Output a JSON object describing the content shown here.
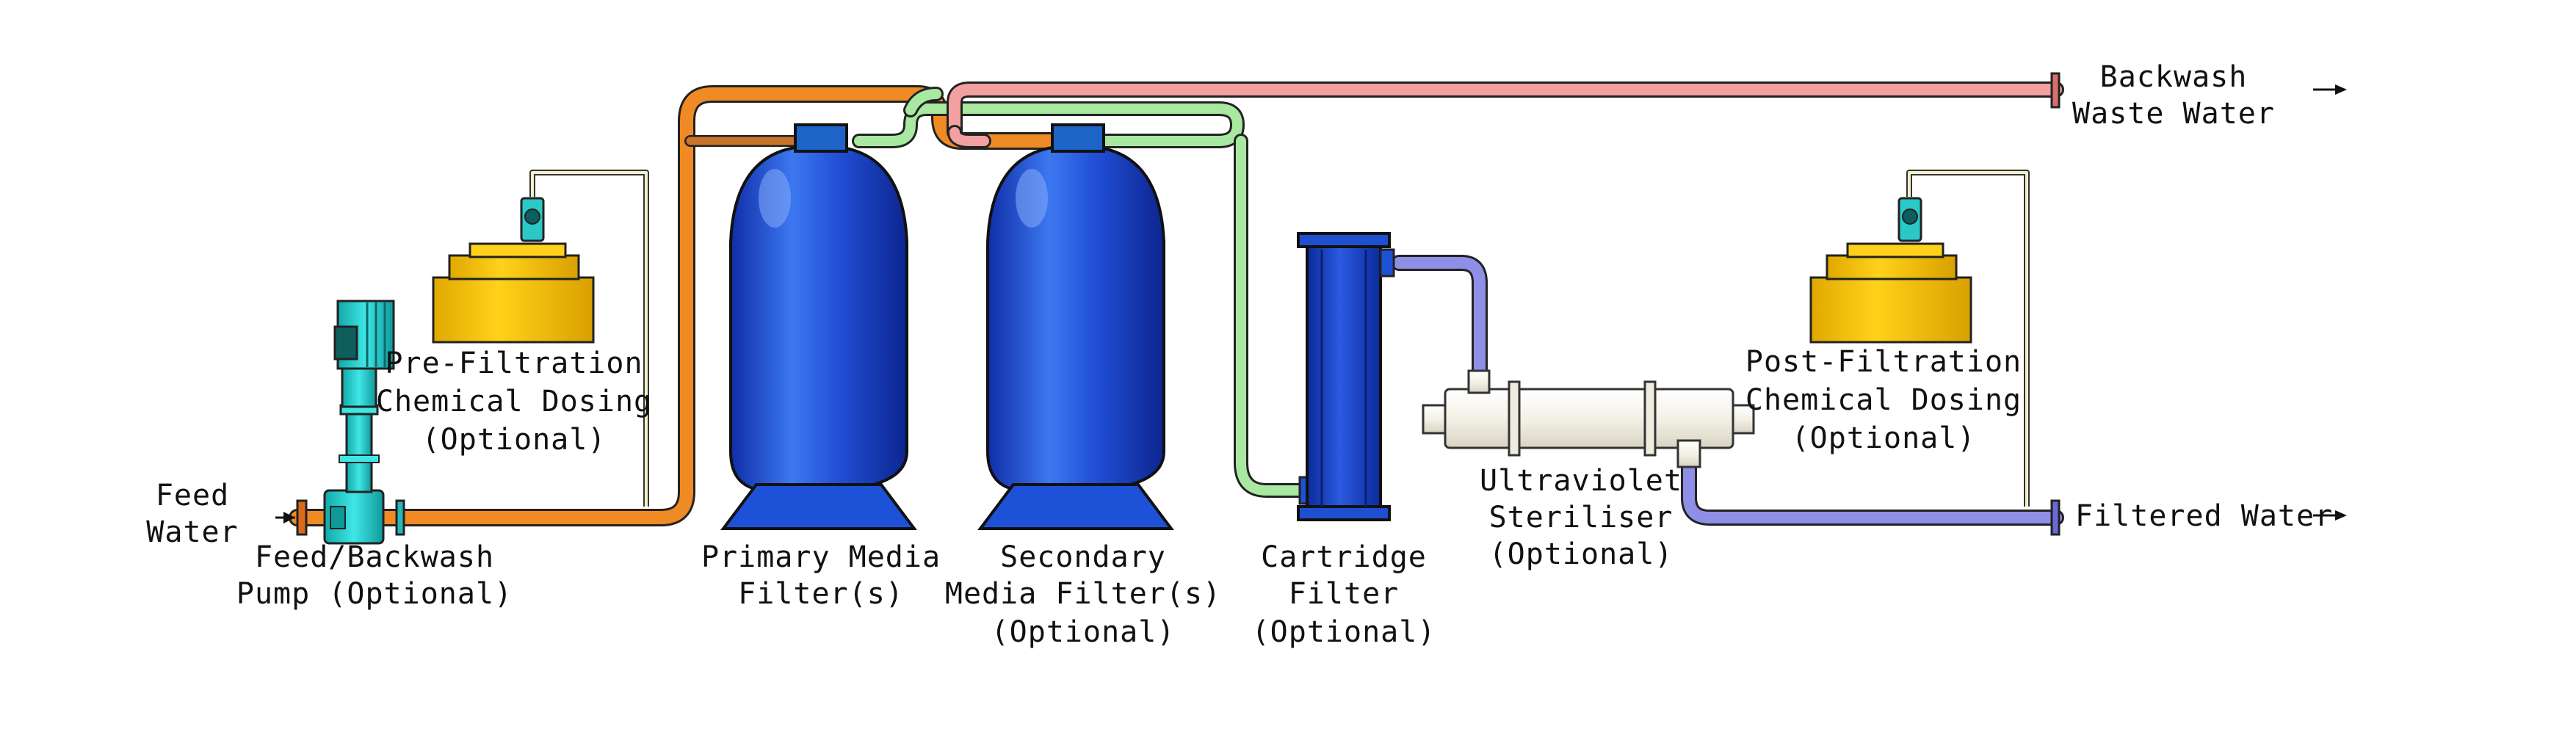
{
  "labels": {
    "feed_water": [
      "Feed",
      "Water"
    ],
    "pump": [
      "Feed/Backwash",
      "Pump (Optional)"
    ],
    "pre_dosing": [
      "Pre-Filtration",
      "Chemical Dosing",
      "(Optional)"
    ],
    "primary_filter": [
      "Primary Media",
      "Filter(s)"
    ],
    "secondary_filter": [
      "Secondary",
      "Media Filter(s)",
      "(Optional)"
    ],
    "cartridge_filter": [
      "Cartridge",
      "Filter",
      "(Optional)"
    ],
    "uv_steriliser": [
      "Ultraviolet",
      "Steriliser",
      "(Optional)"
    ],
    "post_dosing": [
      "Post-Filtration",
      "Chemical Dosing",
      "(Optional)"
    ],
    "backwash_waste": [
      "Backwash",
      "Waste Water"
    ],
    "filtered_water": "Filtered Water"
  },
  "colors": {
    "feed_pipe": "#f08a24",
    "backwash_pipe": "#f2a0a0",
    "filtered_pipe": "#a8e8a0",
    "treated_pipe": "#8f8fe8",
    "vessel": "#1f4fd6",
    "vessel_top": "#1e63c8",
    "pump": "#28d0d0",
    "dosing_tank": "#f5c800",
    "uv_body": "#f4f1e6",
    "dosing_line": "#f3f0c8"
  }
}
